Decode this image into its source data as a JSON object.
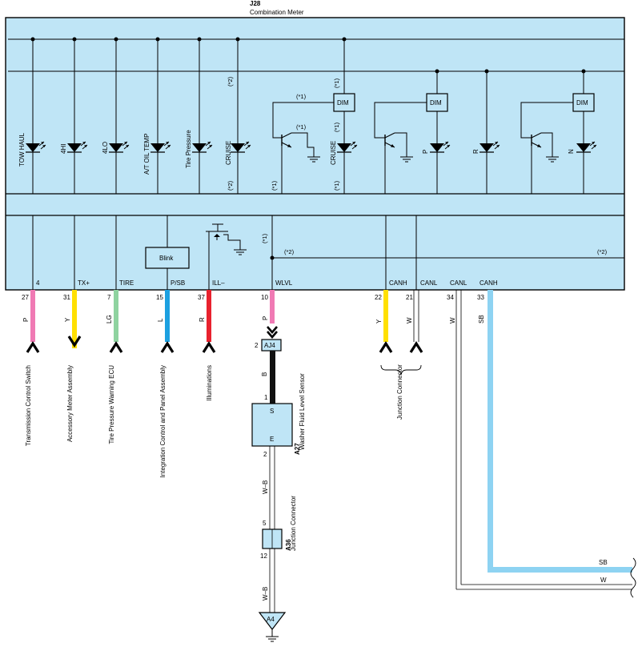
{
  "component": {
    "code": "J28",
    "name": "Combination Meter"
  },
  "indicators": [
    {
      "label": "TOW HAUL"
    },
    {
      "label": "4HI"
    },
    {
      "label": "4LO"
    },
    {
      "label": "A/T OIL TEMP"
    },
    {
      "label": "Tire Pressure"
    },
    {
      "label": "CRUISE",
      "note_top": "(*2)",
      "note_bottom": "(*2)"
    },
    {
      "label": "CRUISE",
      "note_top": "(*1)",
      "note_bottom": "(*1)"
    },
    {
      "label": "P"
    },
    {
      "label": "R"
    },
    {
      "label": "N"
    }
  ],
  "internal": {
    "dim_label": "DIM",
    "blink_label": "Blink",
    "notes": {
      "star1": "(*1)",
      "star2": "(*2)"
    }
  },
  "terminals": [
    {
      "name": "4",
      "pin": "27",
      "color": "P",
      "hex": "#f07ab4",
      "dest": "Transmission Control Switch"
    },
    {
      "name": "TX+",
      "pin": "31",
      "color": "Y",
      "hex": "#ffe000",
      "dest": "Accessory Meter Assembly"
    },
    {
      "name": "TIRE",
      "pin": "7",
      "color": "LG",
      "hex": "#8fd3a0",
      "dest": "Tire Pressure Warning ECU"
    },
    {
      "name": "P/SB",
      "pin": "15",
      "color": "L",
      "hex": "#1ca0e0",
      "dest": "Integration Control and Panel Assembly"
    },
    {
      "name": "ILL–",
      "pin": "37",
      "color": "R",
      "hex": "#e8222e",
      "dest": "Illuminations"
    },
    {
      "name": "WLVL",
      "pin": "10",
      "color": "P",
      "hex": "#f07ab4"
    },
    {
      "name": "CANH",
      "pin": "22",
      "color": "Y",
      "hex": "#ffe000"
    },
    {
      "name": "CANL",
      "pin": "21",
      "color": "W",
      "hex": "#ffffff"
    },
    {
      "name": "CANL",
      "pin": "34",
      "color": "W",
      "hex": "#ffffff"
    },
    {
      "name": "CANH",
      "pin": "33",
      "color": "SB",
      "hex": "#8ed3f2"
    }
  ],
  "junction_connector_label": "Junction Connector",
  "aj4": {
    "code": "AJ4",
    "pin": "2"
  },
  "wire_b": {
    "color": "B",
    "hex": "#111111"
  },
  "sensor": {
    "code": "A27",
    "name": "Washer Fluid Level Sensor",
    "pin_s": "1",
    "pin_e": "2",
    "label_s": "S",
    "label_e": "E"
  },
  "wire_wb": {
    "color": "W–B"
  },
  "junction_a36": {
    "code": "A36",
    "name": "Junction Connector",
    "pin_in": "5",
    "pin_out": "12"
  },
  "ground": {
    "code": "A4"
  },
  "bus_right": {
    "sb_label": "SB",
    "w_label": "W"
  },
  "colors": {
    "box_fill": "#bfe5f6",
    "pink": "#f07ab4",
    "yellow": "#ffe000",
    "light_green": "#8fd3a0",
    "blue": "#1ca0e0",
    "red": "#e8222e",
    "sky_blue": "#8ed3f2",
    "black": "#111111"
  }
}
